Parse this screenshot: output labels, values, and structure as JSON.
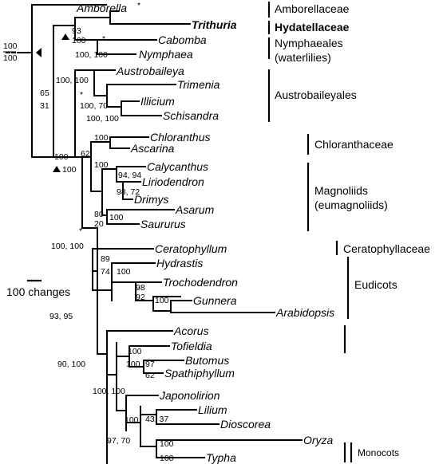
{
  "taxa": {
    "amborella": "Amborella",
    "trithuria": "Trithuria",
    "cabomba": "Cabomba",
    "nymphaea": "Nymphaea",
    "austrobaileya": "Austrobaileya",
    "trimenia": "Trimenia",
    "illicium": "Illicium",
    "schisandra": "Schisandra",
    "chloranthus": "Chloranthus",
    "ascarina": "Ascarina",
    "calycanthus": "Calycanthus",
    "liriodendron": "Liriodendron",
    "drimys": "Drimys",
    "asarum": "Asarum",
    "saururus": "Saururus",
    "ceratophyllum": "Ceratophyllum",
    "hydrastis": "Hydrastis",
    "trochodendron": "Trochodendron",
    "gunnera": "Gunnera",
    "arabidopsis": "Arabidopsis",
    "acorus": "Acorus",
    "tofieldia": "Tofieldia",
    "butomus": "Butomus",
    "spathiphyllum": "Spathiphyllum",
    "japonolirion": "Japonolirion",
    "lilium": "Lilium",
    "dioscorea": "Dioscorea",
    "oryza": "Oryza",
    "typha": "Typha"
  },
  "clades": {
    "amborellaceae": "Amborellaceae",
    "hydatellaceae": "Hydatellaceae",
    "nymphaeales_1": "Nymphaeales",
    "nymphaeales_2": "(waterlilies)",
    "austrobaileyales": "Austrobaileyales",
    "chloranthaceae": "Chloranthaceae",
    "magnoliids_1": "Magnoliids",
    "magnoliids_2": "(eumagnoliids)",
    "ceratophyllaceae": "Ceratophyllaceae",
    "eudicots": "Eudicots",
    "monocots": "Monocots"
  },
  "support": {
    "root_top": "100",
    "root_bottom": "100",
    "s93": "93",
    "s100_hyd": "100",
    "s100_100_nymph": "100, 100",
    "s65": "65",
    "s31": "31",
    "s100_100_austro": "100, 100",
    "s100_70_trim": "100, 70",
    "s100_100_schis": "100, 100",
    "s100_meso": "100",
    "s100_tri": "100",
    "s62": "62",
    "s100_chlor": "100",
    "s100_magn": "100",
    "s94_94": "94, 94",
    "s98_72": "98, 72",
    "s80": "80",
    "s20": "20",
    "s100_piper": "100",
    "s100_100_magnoliids": "100, 100",
    "s89": "89",
    "s74": "74",
    "s100_hydr": "100",
    "s98": "98",
    "s92": "92",
    "s100_gun": "100",
    "s93_95": "93, 95",
    "s100_tof": "100",
    "s100_but": "100",
    "s97": "97",
    "s62_but": "62",
    "s90_100": "90, 100",
    "s100_100_alism": "100, 100",
    "s43_37": "43, 37",
    "s100_lil": "100",
    "s97_70": "97, 70",
    "s100_ory": "100",
    "s100_typ": "100",
    "star": "*"
  },
  "scale": {
    "label": "100 changes"
  }
}
